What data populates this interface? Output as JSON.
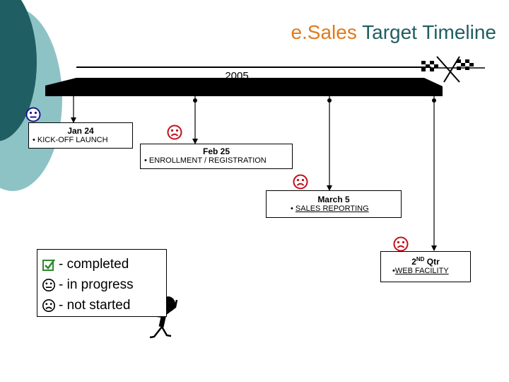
{
  "title": {
    "part1": "e.Sales",
    "part2": "Target Timeline"
  },
  "year": "2005",
  "milestones": [
    {
      "date": "Jan 24",
      "task": "• KICK-OFF LAUNCH",
      "status": "in-progress"
    },
    {
      "date": "Feb 25",
      "task": "• ENROLLMENT / REGISTRATION",
      "status": "not-started"
    },
    {
      "date": "March 5",
      "task_bullet": "• ",
      "task": "SALES REPORTING",
      "status": "not-started"
    },
    {
      "date_main": "2",
      "date_sup": "ND",
      "date_rest": " Qtr",
      "task_bullet": "•",
      "task": "WEB FACILITY",
      "status": "not-started"
    }
  ],
  "legend": [
    {
      "icon": "check-box-icon",
      "label": "- completed"
    },
    {
      "icon": "neutral-face-icon",
      "label": "- in progress"
    },
    {
      "icon": "frown-face-icon",
      "label": "- not started"
    }
  ],
  "colors": {
    "title_accent": "#e07a1c",
    "title_main": "#1f5e62",
    "deco_dark": "#1f5e62",
    "deco_light": "#8ec3c6",
    "icon_red": "#c0101a",
    "icon_blue": "#1a1a8c",
    "check_green": "#2e8b2e"
  }
}
